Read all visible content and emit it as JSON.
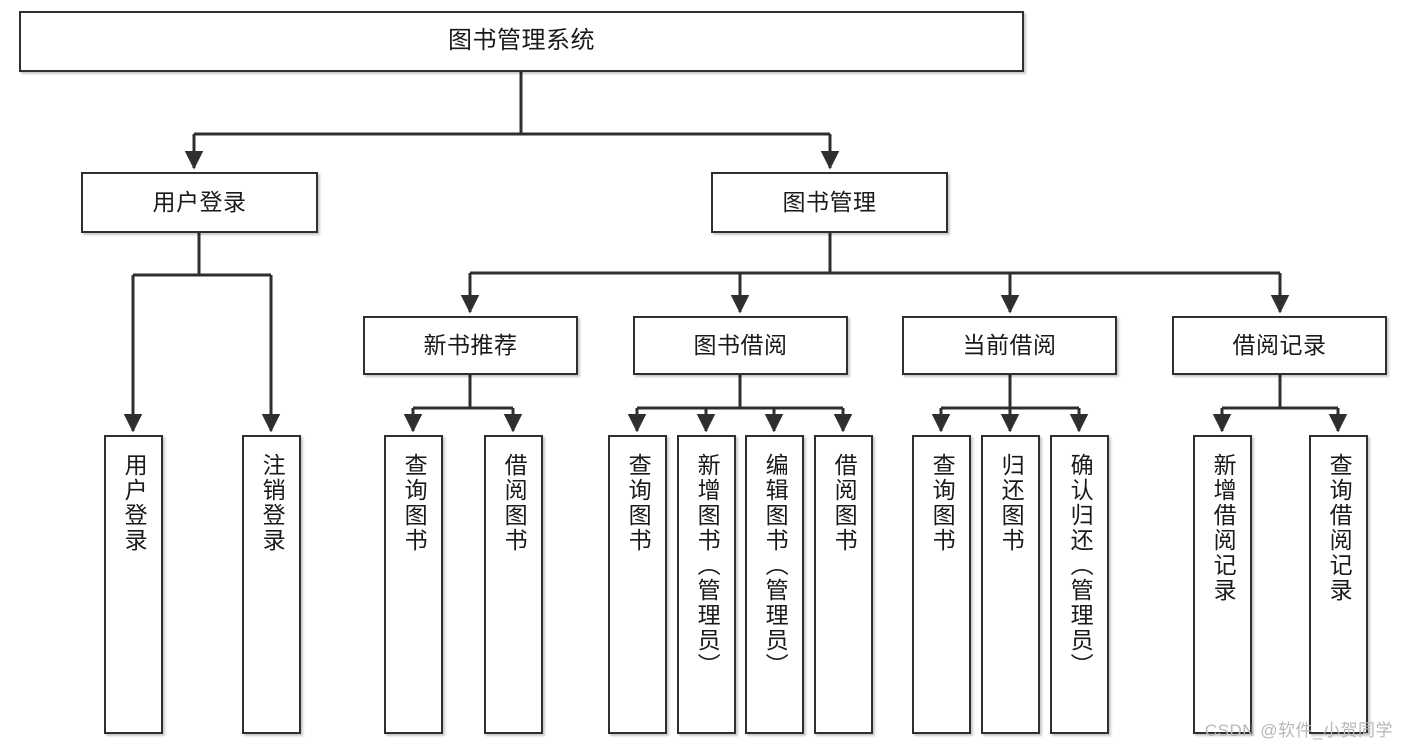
{
  "diagram": {
    "title": "图书管理系统",
    "type": "tree-hierarchy",
    "watermark": "CSDN @软件_小贺同学",
    "colors": {
      "stroke": "#2f2f2f",
      "fill": "#ffffff",
      "text": "#1a1a1a",
      "watermark": "#b7b7b7"
    },
    "levels": {
      "root": "图书管理系统",
      "level2": [
        "用户登录",
        "图书管理"
      ],
      "level3": [
        "新书推荐",
        "图书借阅",
        "当前借阅",
        "借阅记录"
      ]
    },
    "nodes": {
      "root": {
        "label": "图书管理系统"
      },
      "user_login": {
        "label": "用户登录"
      },
      "book_manage": {
        "label": "图书管理"
      },
      "new_book_rec": {
        "label": "新书推荐"
      },
      "book_borrow": {
        "label": "图书借阅"
      },
      "current_borrow": {
        "label": "当前借阅"
      },
      "borrow_record": {
        "label": "借阅记录"
      },
      "leaf_user_login": {
        "label": "用户登录"
      },
      "leaf_logout": {
        "label": "注销登录"
      },
      "leaf_query_book_1": {
        "label": "查询图书"
      },
      "leaf_borrow_book_1": {
        "label": "借阅图书"
      },
      "leaf_query_book_2": {
        "label": "查询图书"
      },
      "leaf_add_book": {
        "label": "新增图书（管理员）"
      },
      "leaf_edit_book": {
        "label": "编辑图书（管理员）"
      },
      "leaf_borrow_book_2": {
        "label": "借阅图书"
      },
      "leaf_query_book_3": {
        "label": "查询图书"
      },
      "leaf_return_book": {
        "label": "归还图书"
      },
      "leaf_confirm_return": {
        "label": "确认归还（管理员）"
      },
      "leaf_add_record": {
        "label": "新增借阅记录"
      },
      "leaf_query_record": {
        "label": "查询借阅记录"
      }
    },
    "edges": [
      {
        "from": "root",
        "to": "user_login"
      },
      {
        "from": "root",
        "to": "book_manage"
      },
      {
        "from": "user_login",
        "to": "leaf_user_login"
      },
      {
        "from": "user_login",
        "to": "leaf_logout"
      },
      {
        "from": "book_manage",
        "to": "new_book_rec"
      },
      {
        "from": "book_manage",
        "to": "book_borrow"
      },
      {
        "from": "book_manage",
        "to": "current_borrow"
      },
      {
        "from": "book_manage",
        "to": "borrow_record"
      },
      {
        "from": "new_book_rec",
        "to": "leaf_query_book_1"
      },
      {
        "from": "new_book_rec",
        "to": "leaf_borrow_book_1"
      },
      {
        "from": "book_borrow",
        "to": "leaf_query_book_2"
      },
      {
        "from": "book_borrow",
        "to": "leaf_add_book"
      },
      {
        "from": "book_borrow",
        "to": "leaf_edit_book"
      },
      {
        "from": "book_borrow",
        "to": "leaf_borrow_book_2"
      },
      {
        "from": "current_borrow",
        "to": "leaf_query_book_3"
      },
      {
        "from": "current_borrow",
        "to": "leaf_return_book"
      },
      {
        "from": "current_borrow",
        "to": "leaf_confirm_return"
      },
      {
        "from": "borrow_record",
        "to": "leaf_add_record"
      },
      {
        "from": "borrow_record",
        "to": "leaf_query_record"
      }
    ]
  }
}
